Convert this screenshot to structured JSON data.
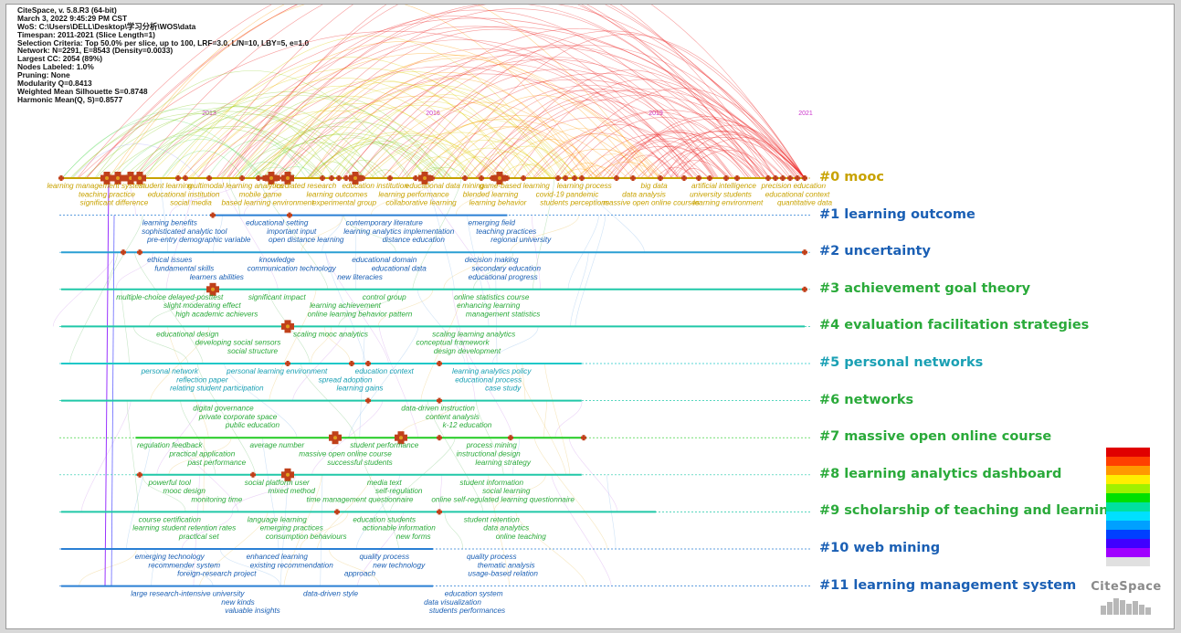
{
  "info_lines": [
    "CiteSpace, v. 5.8.R3 (64-bit)",
    "March 3, 2022 9:45:29 PM CST",
    "WoS: C:\\Users\\DELL\\Desktop\\学习分析\\WOS\\data",
    "Timespan: 2011-2021 (Slice Length=1)",
    "Selection Criteria: Top 50.0% per slice, up to 100, LRF=3.0, L/N=10, LBY=5, e=1.0",
    "Network: N=2291, E=8543 (Density=0.0033)",
    "Largest CC: 2054 (89%)",
    "Nodes Labeled: 1.0%",
    "Pruning: None",
    "Modularity Q=0.8413",
    "Weighted Mean Silhouette S=0.8748",
    "Harmonic Mean(Q, S)=0.8577"
  ],
  "years": [
    {
      "label": "2013",
      "color": "#cc33cc"
    },
    {
      "label": "2016",
      "color": "#cc33cc"
    },
    {
      "label": "2019",
      "color": "#cc33cc"
    },
    {
      "label": "2021",
      "color": "#cc33cc"
    }
  ],
  "clusters": [
    {
      "label": "#0 mooc",
      "color": "#c8a200",
      "line_color": "#c8a200",
      "start": 2011,
      "end": 2021,
      "terms": [
        "learning management system",
        "teaching practice",
        "significant difference",
        "student learning",
        "educational institution",
        "social media",
        "multimodal learning analytics",
        "mobile game",
        "based learning environment",
        "mediated research",
        "learning outcomes",
        "experimental group",
        "education institution",
        "learning performance",
        "collaborative learning",
        "educational data mining",
        "blended learning",
        "learning behavior",
        "game-based learning",
        "covid-19 pandemic",
        "students perceptions",
        "learning process",
        "data analysis",
        "massive open online courses",
        "big data",
        "university students",
        "learning environment",
        "artificial intelligence",
        "educational context",
        "quantitative data",
        "precision education"
      ]
    },
    {
      "label": "#1 learning outcome",
      "color": "#1a5fb4",
      "line_color": "#2a7fd4",
      "start": 2013,
      "end": 2017,
      "terms": [
        "learning benefits",
        "sophisticated analytic tool",
        "pre-entry demographic variable",
        "educational setting",
        "important input",
        "open distance learning",
        "contemporary literature",
        "learning analytics implementation",
        "distance education",
        "emerging field",
        "teaching practices",
        "regional university"
      ]
    },
    {
      "label": "#2 uncertainty",
      "color": "#1a5fb4",
      "line_color": "#2a9fd4",
      "start": 2011,
      "end": 2021,
      "terms": [
        "ethical issues",
        "fundamental skills",
        "learners abilities",
        "knowledge",
        "communication technology",
        "new literacies",
        "educational domain",
        "educational data",
        "educational progress",
        "decision making",
        "secondary education"
      ]
    },
    {
      "label": "#3 achievement goal theory",
      "color": "#2aaa3a",
      "line_color": "#20c8a8",
      "start": 2011,
      "end": 2021,
      "terms": [
        "multiple-choice delayed-posttest",
        "slight moderating effect",
        "high academic achievers",
        "significant impact",
        "learning achievement",
        "online learning behavior pattern",
        "control group",
        "enhancing learning",
        "management statistics",
        "online statistics course"
      ]
    },
    {
      "label": "#4 evaluation facilitation strategies",
      "color": "#2aaa3a",
      "line_color": "#20c8a8",
      "start": 2011,
      "end": 2021,
      "terms": [
        "educational design",
        "developing social sensors",
        "social structure",
        "scaling mooc analytics",
        "conceptual framework",
        "design development",
        "scaling learning analytics"
      ]
    },
    {
      "label": "#5 personal networks",
      "color": "#1aa0b4",
      "line_color": "#20c8c8",
      "start": 2011,
      "end": 2018,
      "terms": [
        "personal network",
        "reflection paper",
        "relating student participation",
        "personal learning environment",
        "spread adoption",
        "learning gains",
        "education context",
        "educational process",
        "case study",
        "learning analytics policy"
      ]
    },
    {
      "label": "#6 networks",
      "color": "#2aaa3a",
      "line_color": "#20c8a8",
      "start": 2011,
      "end": 2018,
      "terms": [
        "digital governance",
        "private corporate space",
        "public education",
        "data-driven instruction",
        "content analysis",
        "k-12 education"
      ]
    },
    {
      "label": "#7 massive open online course",
      "color": "#2aaa3a",
      "line_color": "#22cc22",
      "start": 2012,
      "end": 2018,
      "terms": [
        "regulation feedback",
        "practical application",
        "past performance",
        "average number",
        "massive open online course",
        "successful students",
        "student performance",
        "instructional design",
        "learning strategy",
        "process mining"
      ]
    },
    {
      "label": "#8 learning analytics dashboard",
      "color": "#2aaa3a",
      "line_color": "#20c8a8",
      "start": 2012,
      "end": 2018,
      "terms": [
        "powerful tool",
        "mooc design",
        "monitoring time",
        "social platform user",
        "mixed method",
        "time management questionnaire",
        "media text",
        "self-regulation",
        "online self-regulated learning questionnaire",
        "student information",
        "social learning"
      ]
    },
    {
      "label": "#9 scholarship of teaching and learning",
      "color": "#2aaa3a",
      "line_color": "#20c8a8",
      "start": 2011,
      "end": 2019,
      "terms": [
        "course certification",
        "learning student retention rates",
        "practical set",
        "language learning",
        "emerging practices",
        "consumption behaviours",
        "education students",
        "actionable information",
        "new forms",
        "student retention",
        "data analytics",
        "online teaching"
      ]
    },
    {
      "label": "#10 web mining",
      "color": "#1a5fb4",
      "line_color": "#2a7fd4",
      "start": 2011,
      "end": 2016,
      "terms": [
        "emerging technology",
        "recommender system",
        "foreign-research project",
        "enhanced learning",
        "existing recommendation",
        "approach",
        "quality process",
        "new technology",
        "usage-based relation",
        "quality process",
        "thematic analysis"
      ]
    },
    {
      "label": "#11 learning management system",
      "color": "#1a5fb4",
      "line_color": "#2a7fd4",
      "start": 2011,
      "end": 2016,
      "terms": [
        "large research-intensive university",
        "new kinds",
        "valuable insights",
        "data-driven style",
        "data visualization",
        "students performances",
        "education system"
      ]
    }
  ],
  "legend_colors": [
    "#e00000",
    "#ff4000",
    "#ff9900",
    "#ffee00",
    "#a0f000",
    "#00e000",
    "#00e0a0",
    "#00e0ff",
    "#00a0ff",
    "#0040ff",
    "#4000ff",
    "#a000ff",
    "#e0e0e0"
  ],
  "logo_text": "CiteSpace"
}
